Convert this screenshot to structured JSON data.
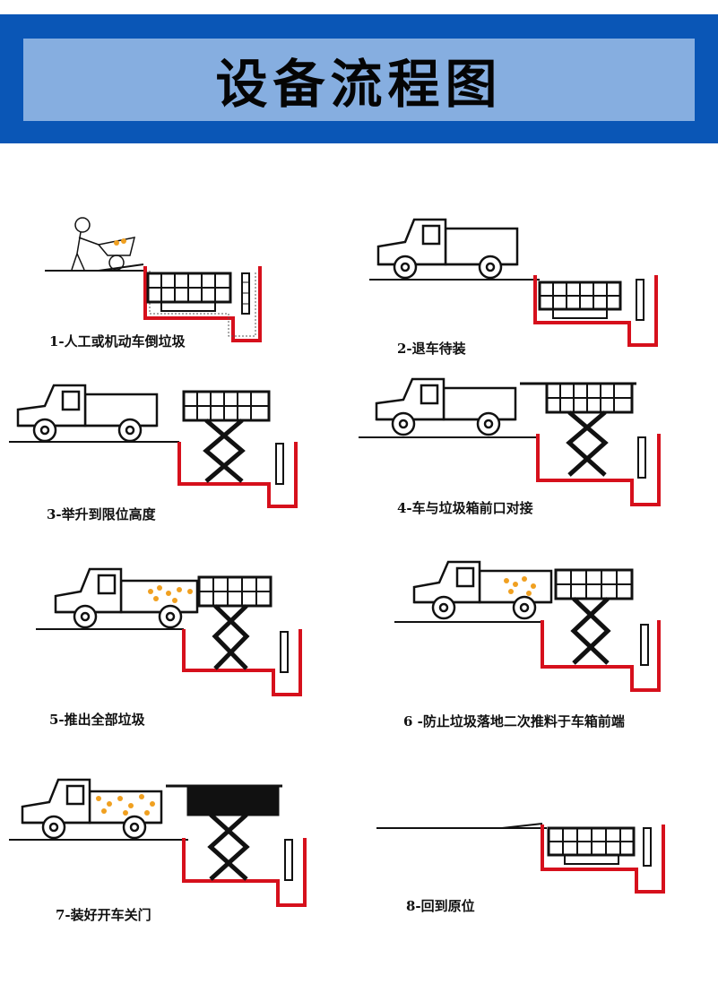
{
  "header": {
    "title": "设备流程图",
    "bg_color": "#0a56b6",
    "inner_color": "#86aee0"
  },
  "steps": [
    {
      "label": "1-人工或机动车倒垃圾"
    },
    {
      "label": "2-退车待装"
    },
    {
      "label": "3-举升到限位高度"
    },
    {
      "label": "4-车与垃圾箱前口对接"
    },
    {
      "label": "5-推出全部垃圾"
    },
    {
      "label": "6 -防止垃圾落地二次推料于车箱前端"
    },
    {
      "label": "7-装好开车关门"
    },
    {
      "label": "8-回到原位"
    }
  ],
  "colors": {
    "pit_outline": "#d6101c",
    "line": "#111111",
    "cargo": "#f0a020"
  }
}
